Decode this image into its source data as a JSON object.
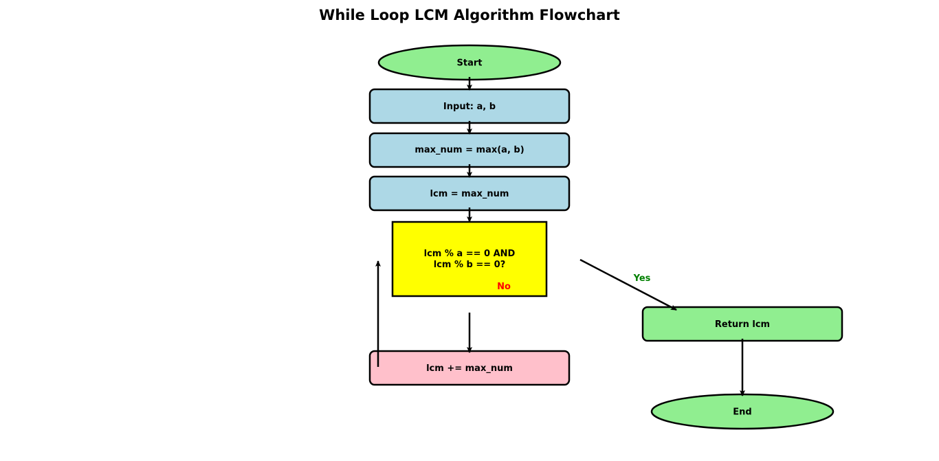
{
  "title": "While Loop LCM Algorithm Flowchart",
  "nodes": {
    "start": {
      "label": "Start",
      "shape": "ellipse",
      "color": "#90EE90"
    },
    "input": {
      "label": "Input: a, b",
      "shape": "rounded-rect",
      "color": "#ADD8E6"
    },
    "max_num": {
      "label": "max_num = max(a, b)",
      "shape": "rounded-rect",
      "color": "#ADD8E6"
    },
    "lcm_init": {
      "label": "lcm = max_num",
      "shape": "rounded-rect",
      "color": "#ADD8E6"
    },
    "condition": {
      "label_line1": "lcm % a == 0 AND",
      "label_line2": "lcm % b == 0?",
      "shape": "rect",
      "color": "#FFFF00"
    },
    "increment": {
      "label": "lcm += max_num",
      "shape": "rounded-rect",
      "color": "#FFC0CB"
    },
    "return": {
      "label": "Return lcm",
      "shape": "rounded-rect",
      "color": "#90EE90"
    },
    "end": {
      "label": "End",
      "shape": "ellipse",
      "color": "#90EE90"
    }
  },
  "edge_labels": {
    "yes": {
      "text": "Yes",
      "color": "#008000"
    },
    "no": {
      "text": "No",
      "color": "#FF0000"
    }
  }
}
